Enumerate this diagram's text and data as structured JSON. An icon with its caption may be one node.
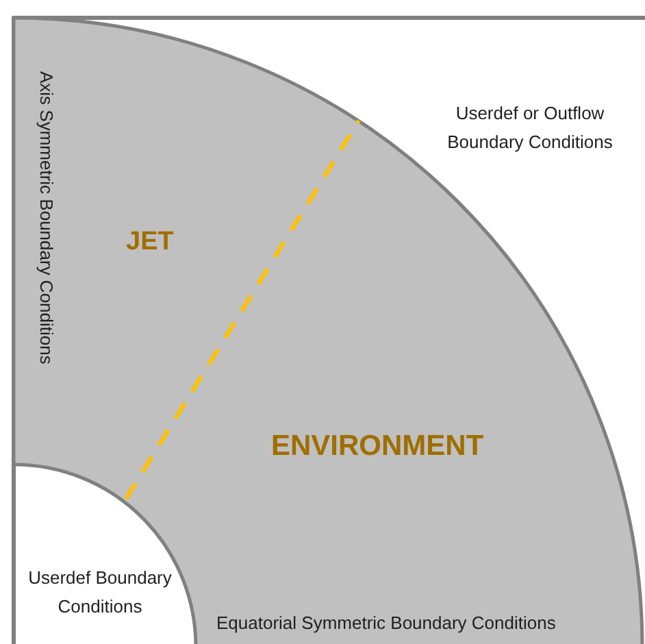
{
  "diagram": {
    "nodes": [
      {
        "text": [
          "JET",
          "ENVIRONMENT"
        ]
      }
    ],
    "labels": [
      "Axis Symmetric Boundary Conditions",
      "Userdef or Outflow Boundary Conditions",
      "Userdef Boundary Conditions",
      "Equatorial Symmetric Boundary Conditions"
    ]
  }
}
